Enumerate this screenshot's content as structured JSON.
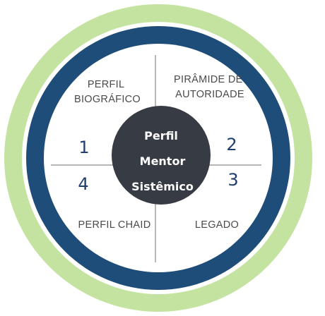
{
  "quadrants": [
    {
      "label_lines": [
        "PERFIL",
        "BIOGRÁFICO"
      ],
      "number": "1"
    },
    {
      "label_lines": [
        "PIRÂMIDE DE",
        "AUTORIDADE"
      ],
      "number": "2"
    },
    {
      "label_lines": [
        "LEGADO"
      ],
      "number": "3"
    },
    {
      "label_lines": [
        "PERFIL CHAID"
      ],
      "number": "4"
    }
  ],
  "center": {
    "lines": [
      "Perfil",
      "Mentor",
      "Sistêmico"
    ]
  },
  "colors": {
    "outer_ring": "#c5e3a0",
    "middle_ring": "#1f4d7a",
    "inner_disc": "#ffffff",
    "center_circle": "#363b44",
    "divider": "#8a8a8a",
    "number": "#1e3f6f",
    "label": "#4a4a4a"
  }
}
